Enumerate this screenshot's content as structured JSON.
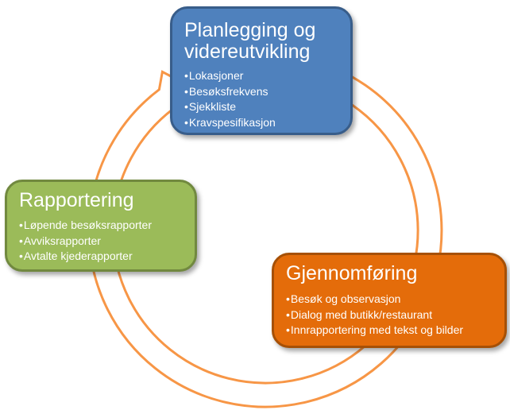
{
  "colors": {
    "arrow_stroke": "#f79646",
    "planning_fill": "#4f81bd",
    "planning_border": "#385d8a",
    "reporting_fill": "#9bbb59",
    "reporting_border": "#71893f",
    "execution_fill": "#e46c0a",
    "execution_border": "#a65006"
  },
  "cycle": {
    "arrow_icon": "circular-arrow-icon",
    "direction": "clockwise"
  },
  "steps": [
    {
      "id": "planning",
      "title_lines": [
        "Planlegging og",
        "videreutvikling"
      ],
      "bullets": [
        "Lokasjoner",
        "Besøksfrekvens",
        "Sjekkliste",
        "Kravspesifikasjon"
      ]
    },
    {
      "id": "execution",
      "title_lines": [
        "Gjennomføring"
      ],
      "bullets": [
        "Besøk og observasjon",
        "Dialog med butikk/restaurant",
        "Innrapportering med tekst og bilder"
      ]
    },
    {
      "id": "reporting",
      "title_lines": [
        "Rapportering"
      ],
      "bullets": [
        "Løpende besøksrapporter",
        "Avviksrapporter",
        "Avtalte kjederapporter"
      ]
    }
  ]
}
